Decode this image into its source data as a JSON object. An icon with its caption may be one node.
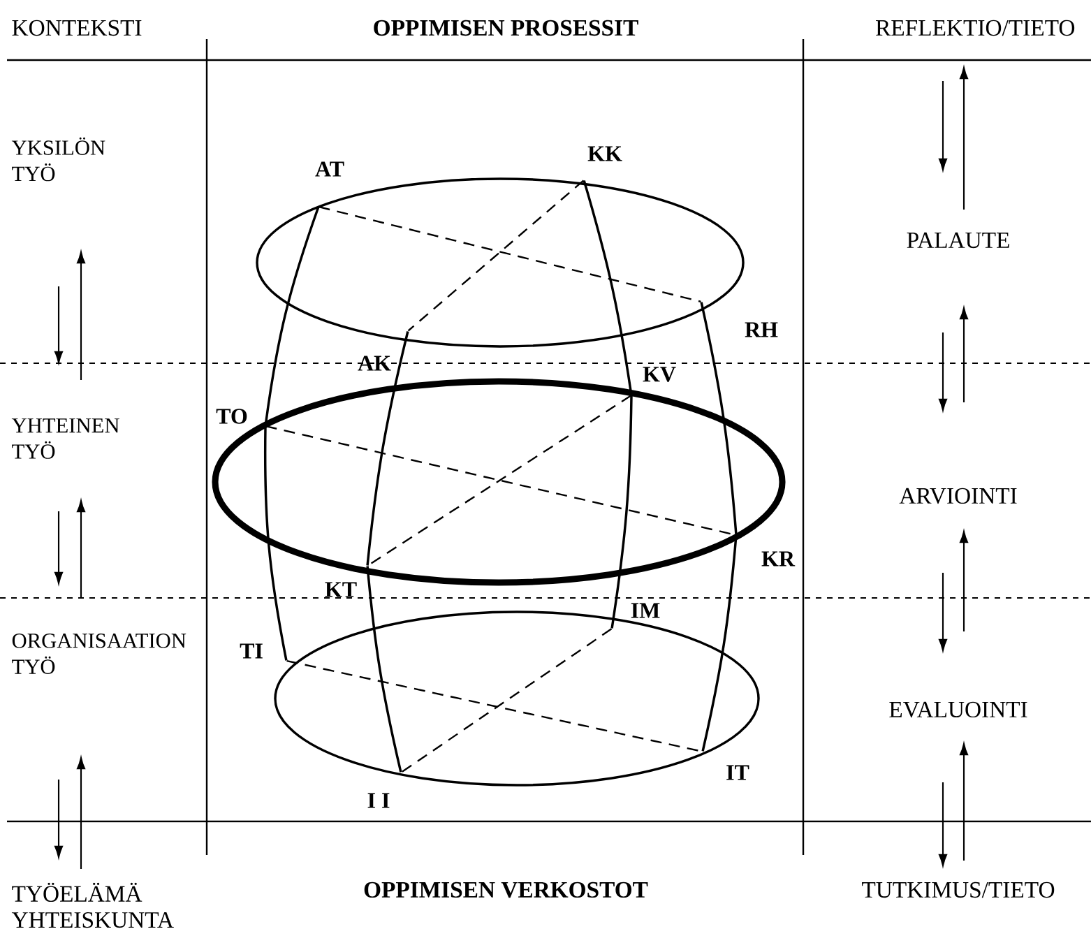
{
  "diagram": {
    "nodes": [
      {
        "text": [
          "AT"
        ]
      },
      {
        "text": [
          "KK"
        ]
      },
      {
        "text": [
          "RH"
        ]
      },
      {
        "text": [
          "AK"
        ]
      },
      {
        "text": [
          "KV"
        ]
      },
      {
        "text": [
          "TO"
        ]
      },
      {
        "text": [
          "KR"
        ]
      },
      {
        "text": [
          "KT"
        ]
      },
      {
        "text": [
          "IM"
        ]
      },
      {
        "text": [
          "TI"
        ]
      },
      {
        "text": [
          "I I"
        ]
      },
      {
        "text": [
          "IT"
        ]
      }
    ],
    "edges": [
      {
        "from": 0,
        "to": 5,
        "arrow": "none"
      },
      {
        "from": 5,
        "to": 9,
        "arrow": "none"
      },
      {
        "from": 3,
        "to": 7,
        "arrow": "none"
      },
      {
        "from": 7,
        "to": 10,
        "arrow": "none"
      },
      {
        "from": 1,
        "to": 4,
        "arrow": "none"
      },
      {
        "from": 4,
        "to": 8,
        "arrow": "none"
      },
      {
        "from": 2,
        "to": 6,
        "arrow": "none"
      },
      {
        "from": 6,
        "to": 11,
        "arrow": "none"
      },
      {
        "from": 0,
        "to": 2,
        "arrow": "none",
        "style": "dashed"
      },
      {
        "from": 1,
        "to": 3,
        "arrow": "none",
        "style": "dashed"
      },
      {
        "from": 5,
        "to": 6,
        "arrow": "none",
        "style": "dashed"
      },
      {
        "from": 4,
        "to": 7,
        "arrow": "none",
        "style": "dashed"
      },
      {
        "from": 9,
        "to": 11,
        "arrow": "none",
        "style": "dashed"
      },
      {
        "from": 8,
        "to": 10,
        "arrow": "none",
        "style": "dashed"
      }
    ],
    "labels": [
      "KONTEKSTI",
      "OPPIMISEN PROSESSIT",
      "REFLEKTIO/TIETO",
      "YKSILÖN TYÖ",
      "PALAUTE",
      "YHTEINEN TYÖ",
      "ARVIOINTI",
      "ORGANISAATION TYÖ",
      "EVALUOINTI",
      "TYÖELÄMÄ YHTEISKUNTA",
      "OPPIMISEN VERKOSTOT",
      "TUTKIMUS/TIETO"
    ]
  }
}
